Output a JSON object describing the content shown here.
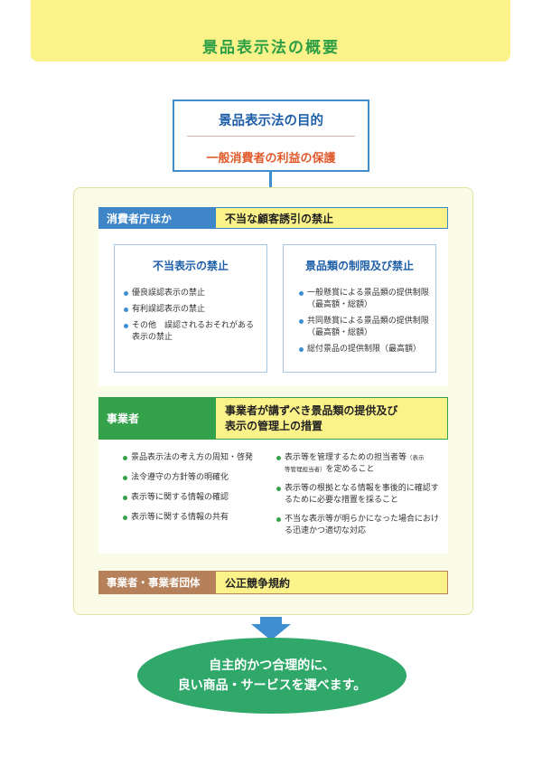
{
  "header": {
    "title": "景品表示法の概要"
  },
  "purpose": {
    "title": "景品表示法の目的",
    "subtitle": "一般消費者の利益の保護"
  },
  "section_authority": {
    "label": "消費者庁ほか",
    "heading": "不当な顧客誘引の禁止",
    "cards": [
      {
        "title": "不当表示の禁止",
        "items": [
          "優良誤認表示の禁止",
          "有利誤認表示の禁止",
          "その他　誤認されるおそれがある表示の禁止"
        ]
      },
      {
        "title": "景品類の制限及び禁止",
        "items": [
          "一般懸賞による景品類の提供制限（最高額・総額）",
          "共同懸賞による景品類の提供制限（最高額・総額）",
          "総付景品の提供制限（最高額）"
        ]
      }
    ]
  },
  "section_business": {
    "label": "事業者",
    "heading_line1": "事業者が講ずべき景品類の提供及び",
    "heading_line2": "表示の管理上の措置",
    "left_items": [
      "景品表示法の考え方の周知・啓発",
      "法令遵守の方針等の明確化",
      "表示等に関する情報の確認",
      "表示等に関する情報の共有"
    ],
    "right_items": [
      {
        "text_a": "表示等を管理するための担当者等",
        "text_small_a": "（表示",
        "text_small_b": "等管理担当者）",
        "text_b": "を定めること"
      },
      {
        "text": "表示等の根拠となる情報を事後的に確認するために必要な措置を採ること"
      },
      {
        "text": "不当な表示等が明らかになった場合における迅速かつ適切な対応"
      }
    ]
  },
  "section_groups": {
    "label": "事業者・事業者団体",
    "heading": "公正競争規約"
  },
  "outcome": {
    "line1": "自主的かつ合理的に、",
    "line2": "良い商品・サービスを選べます。"
  },
  "colors": {
    "blue": "#3f86c8",
    "green": "#33a24a",
    "brown": "#b5805a",
    "yellow": "#fbf28a",
    "title_green": "#2c9f45",
    "accent_red": "#e05a2b"
  }
}
